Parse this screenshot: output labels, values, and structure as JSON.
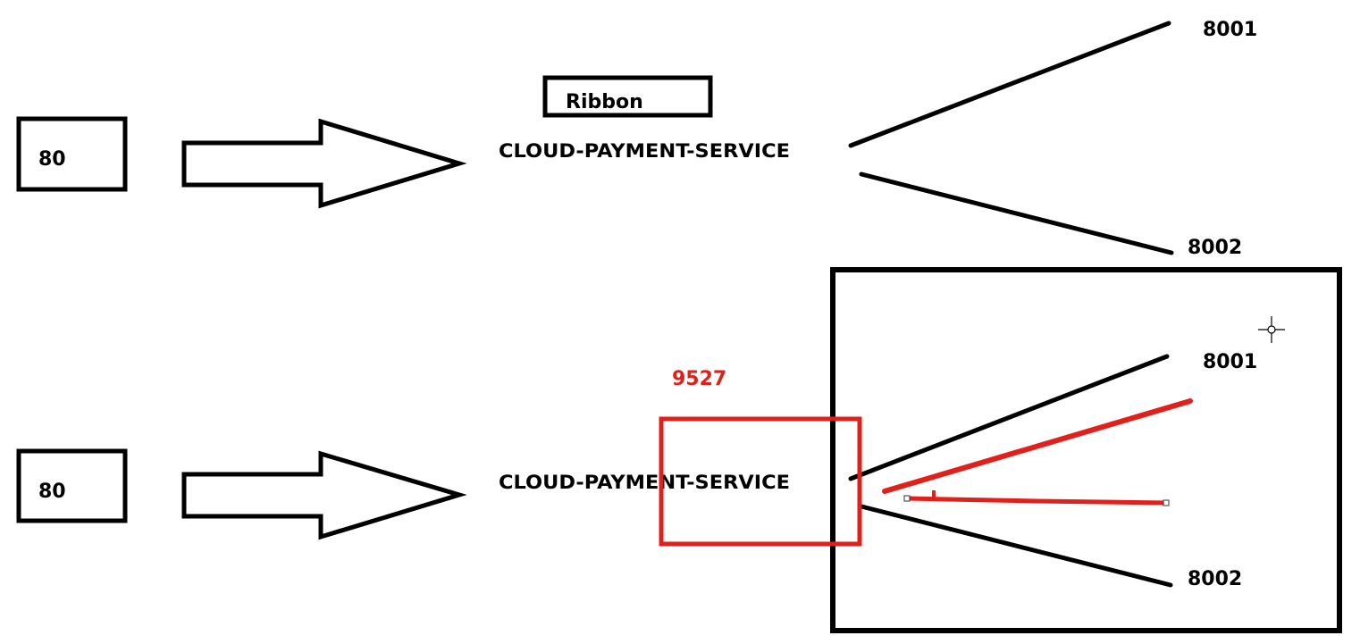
{
  "colors": {
    "ink": "#000000",
    "accent_red": "#e0201a",
    "background": "#ffffff"
  },
  "top_flow": {
    "client_port": "80",
    "ribbon_label": "Ribbon",
    "service_name": "CLOUD-PAYMENT-SERVICE",
    "provider_port_1": "8001",
    "provider_port_2": "8002"
  },
  "bottom_flow": {
    "client_port": "80",
    "gateway_port": "9527",
    "service_name": "CLOUD-PAYMENT-SERVICE",
    "provider_port_1": "8001",
    "provider_port_2": "8002"
  },
  "icons": {
    "cursor": "crosshair-move-icon"
  }
}
